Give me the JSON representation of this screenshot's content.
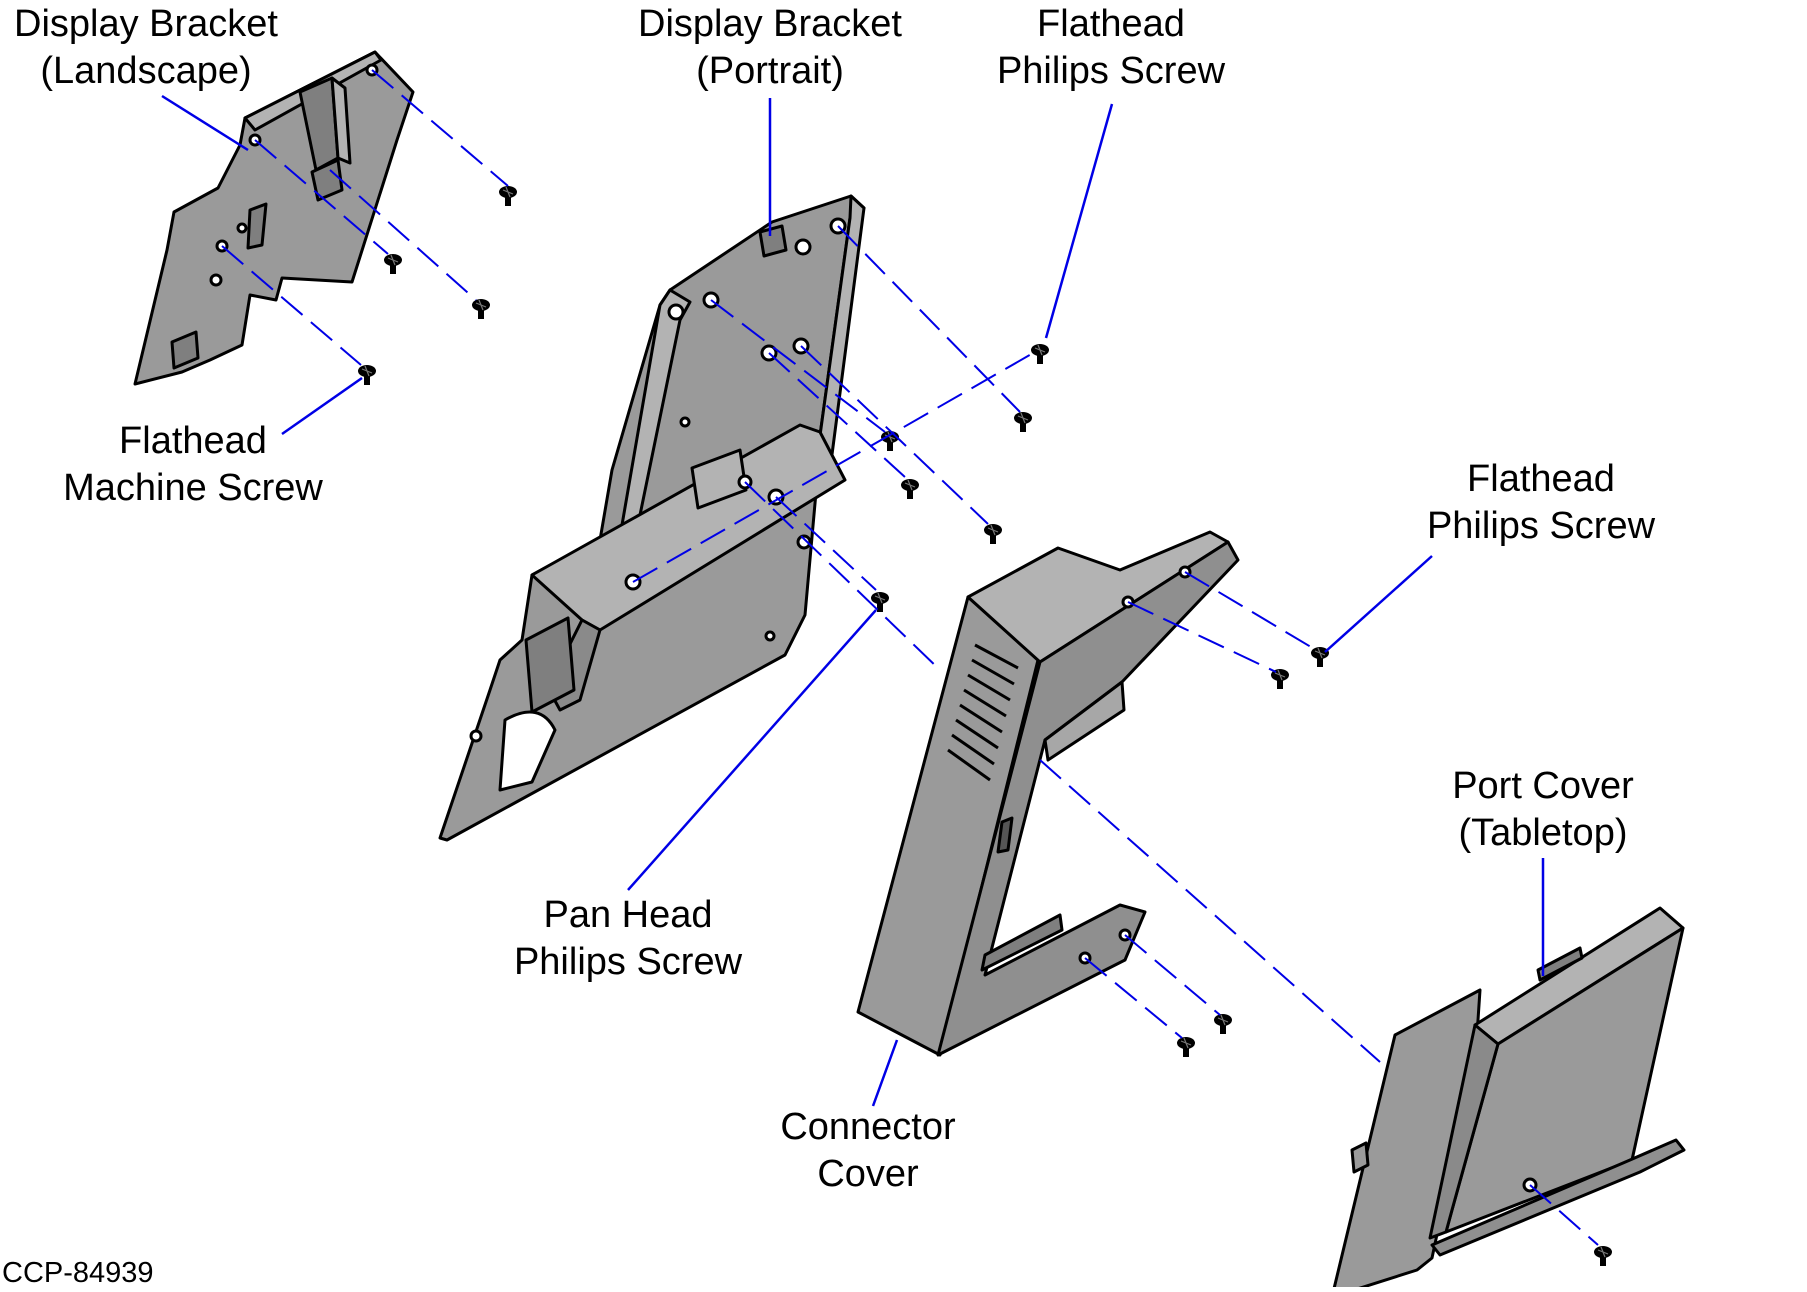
{
  "figure_id": "CCP-84939",
  "colors": {
    "leader": "#0000e6",
    "part_fill": "#9a9a9a",
    "part_fill_light": "#b3b3b3",
    "part_fill_dark": "#7f7f7f",
    "outline": "#000000",
    "background": "#ffffff"
  },
  "labels": {
    "display_bracket_landscape": [
      "Display Bracket",
      "(Landscape)"
    ],
    "display_bracket_portrait": [
      "Display Bracket",
      "(Portrait)"
    ],
    "flathead_philips_screw_top": [
      "Flathead",
      "Philips Screw"
    ],
    "flathead_machine_screw": [
      "Flathead",
      "Machine Screw"
    ],
    "flathead_philips_screw_right": [
      "Flathead",
      "Philips Screw"
    ],
    "pan_head_philips_screw": [
      "Pan Head",
      "Philips Screw"
    ],
    "port_cover_tabletop": [
      "Port Cover",
      "(Tabletop)"
    ],
    "connector_cover": [
      "Connector",
      "Cover"
    ]
  }
}
